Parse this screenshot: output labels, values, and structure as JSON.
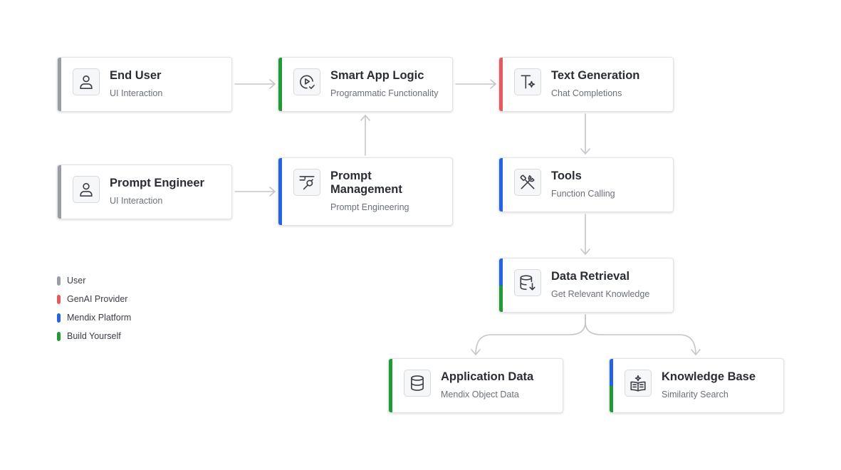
{
  "colors": {
    "user": "#9a9da3",
    "genai": "#e8585f",
    "mendix": "#2463e6",
    "build": "#1f9b35",
    "connector": "#c4c6cb"
  },
  "nodes": {
    "end_user": {
      "title": "End User",
      "subtitle": "UI Interaction",
      "icon": "person-icon"
    },
    "smart_app_logic": {
      "title": "Smart App Logic",
      "subtitle": "Programmatic Functionality",
      "icon": "play-check-icon"
    },
    "text_generation": {
      "title": "Text Generation",
      "subtitle": "Chat Completions",
      "icon": "text-sparkle-icon"
    },
    "prompt_engineer": {
      "title": "Prompt Engineer",
      "subtitle": "UI Interaction",
      "icon": "person-icon"
    },
    "prompt_management": {
      "title": "Prompt Management",
      "subtitle": "Prompt Engineering",
      "icon": "text-wrench-icon"
    },
    "tools": {
      "title": "Tools",
      "subtitle": "Function Calling",
      "icon": "tools-icon"
    },
    "data_retrieval": {
      "title": "Data Retrieval",
      "subtitle": "Get Relevant Knowledge",
      "icon": "database-download-icon"
    },
    "application_data": {
      "title": "Application Data",
      "subtitle": "Mendix Object Data",
      "icon": "database-icon"
    },
    "knowledge_base": {
      "title": "Knowledge Base",
      "subtitle": "Similarity Search",
      "icon": "book-sparkle-icon"
    }
  },
  "legend": [
    {
      "label": "User",
      "color": "#9a9da3"
    },
    {
      "label": "GenAI Provider",
      "color": "#e8585f"
    },
    {
      "label": "Mendix Platform",
      "color": "#2463e6"
    },
    {
      "label": "Build Yourself",
      "color": "#1f9b35"
    }
  ]
}
